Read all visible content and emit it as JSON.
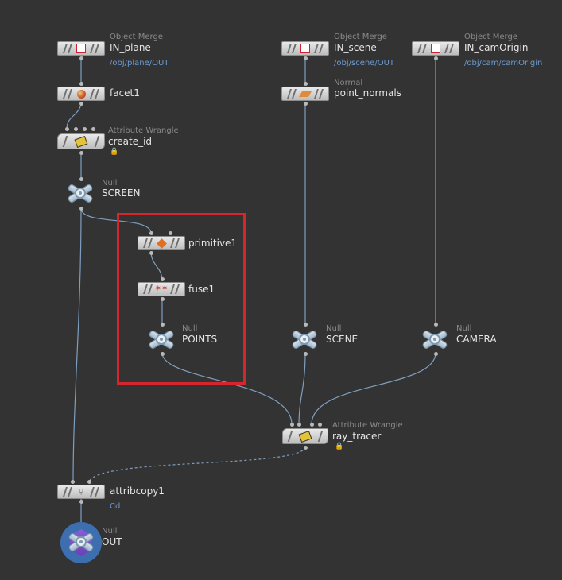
{
  "network": {
    "nodes": {
      "in_plane": {
        "type": "Object Merge",
        "name": "IN_plane",
        "param": "/obj/plane/OUT",
        "icon": "object-merge-icon"
      },
      "in_scene": {
        "type": "Object Merge",
        "name": "IN_scene",
        "param": "/obj/scene/OUT",
        "icon": "object-merge-icon"
      },
      "in_camorigin": {
        "type": "Object Merge",
        "name": "IN_camOrigin",
        "param": "/obj/cam/camOrigin",
        "icon": "object-merge-icon"
      },
      "facet1": {
        "name": "facet1",
        "icon": "facet-sphere-icon"
      },
      "point_normals": {
        "type": "Normal",
        "name": "point_normals",
        "icon": "normal-icon"
      },
      "create_id": {
        "type": "Attribute Wrangle",
        "name": "create_id",
        "icon": "wrangle-icon",
        "locked": true
      },
      "screen": {
        "type": "Null",
        "name": "SCREEN",
        "icon": "null-icon"
      },
      "primitive1": {
        "name": "primitive1",
        "icon": "primitive-diamond-icon"
      },
      "fuse1": {
        "name": "fuse1",
        "icon": "fuse-icon"
      },
      "points": {
        "type": "Null",
        "name": "POINTS",
        "icon": "null-icon"
      },
      "scene": {
        "type": "Null",
        "name": "SCENE",
        "icon": "null-icon"
      },
      "camera": {
        "type": "Null",
        "name": "CAMERA",
        "icon": "null-icon"
      },
      "ray_tracer": {
        "type": "Attribute Wrangle",
        "name": "ray_tracer",
        "icon": "wrangle-icon",
        "locked": true
      },
      "attribcopy1": {
        "name": "attribcopy1",
        "param": "Cd",
        "icon": "attribcopy-icon"
      },
      "out": {
        "type": "Null",
        "name": "OUT",
        "icon": "null-icon",
        "display_flag": true
      }
    },
    "lock_glyph": "🔒",
    "colors": {
      "background": "#333333",
      "wire": "#7f9fc0",
      "label": "#e6e6e6",
      "type_label": "#8a8a8a",
      "param": "#6c9bd2",
      "selection_box": "#d7262b",
      "display_flag": "#3d6fb0"
    }
  }
}
